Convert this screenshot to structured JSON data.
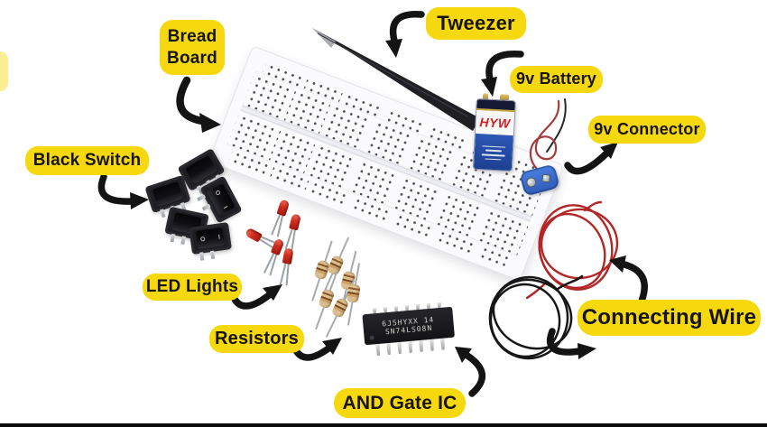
{
  "scene": {
    "background": "#ffffff",
    "bottom_bar_color": "#0b0b0b",
    "label_bg": "#f5d90e",
    "label_text_color": "#171310",
    "arrow_color": "#141414"
  },
  "labels": {
    "bread_board_line1": "Bread",
    "bread_board_line2": "Board",
    "tweezer": "Tweezer",
    "battery_9v": "9v Battery",
    "connector_9v": "9v Connector",
    "black_switch": "Black Switch",
    "led_lights": "LED Lights",
    "resistors": "Resistors",
    "and_gate_ic": "AND Gate IC",
    "connecting_wire": "Connecting Wire"
  },
  "components": {
    "ic_chip": {
      "marking_line1": "6J5HYXX 14",
      "marking_line2": "SN74LS08N"
    },
    "battery": {
      "brand": "HYW",
      "body_color": "#2c57b5"
    },
    "switch": {
      "mark_off": "O",
      "mark_on": "I",
      "color": "#1d1d22"
    },
    "led": {
      "color": "#d12f20"
    },
    "resistor": {
      "color": "#dcbf90"
    },
    "red_wire_color": "#b32626",
    "black_wire_color": "#161616",
    "connector_clip_color": "#3f73d3",
    "breadboard_color": "#fbfbfd"
  }
}
